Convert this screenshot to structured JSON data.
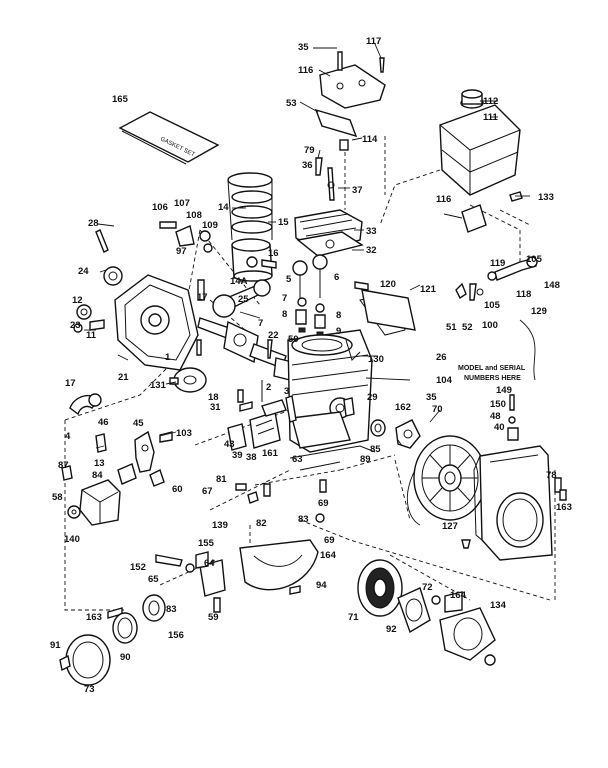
{
  "diagram": {
    "note_lines": [
      "MODEL and SERIAL",
      "NUMBERS HERE"
    ],
    "gasket_kit_label": "GASKET SET",
    "callouts": [
      {
        "id": "c35a",
        "text": "35"
      },
      {
        "id": "c117",
        "text": "117"
      },
      {
        "id": "c116a",
        "text": "116"
      },
      {
        "id": "c165",
        "text": "165"
      },
      {
        "id": "c112",
        "text": "112"
      },
      {
        "id": "c111",
        "text": "111"
      },
      {
        "id": "c53",
        "text": "53"
      },
      {
        "id": "c114",
        "text": "114"
      },
      {
        "id": "c79",
        "text": "79"
      },
      {
        "id": "c36",
        "text": "36"
      },
      {
        "id": "c37",
        "text": "37"
      },
      {
        "id": "c116b",
        "text": "116"
      },
      {
        "id": "c133",
        "text": "133"
      },
      {
        "id": "c14",
        "text": "14"
      },
      {
        "id": "c15",
        "text": "15"
      },
      {
        "id": "c106",
        "text": "106"
      },
      {
        "id": "c107",
        "text": "107"
      },
      {
        "id": "c108",
        "text": "108"
      },
      {
        "id": "c109",
        "text": "109"
      },
      {
        "id": "c97",
        "text": "97"
      },
      {
        "id": "c28",
        "text": "28"
      },
      {
        "id": "c33",
        "text": "33"
      },
      {
        "id": "c32",
        "text": "32"
      },
      {
        "id": "c16",
        "text": "16"
      },
      {
        "id": "c14a",
        "text": "14A"
      },
      {
        "id": "c5",
        "text": "5"
      },
      {
        "id": "c6",
        "text": "6"
      },
      {
        "id": "c120",
        "text": "120"
      },
      {
        "id": "c24",
        "text": "24"
      },
      {
        "id": "c7a",
        "text": "7"
      },
      {
        "id": "c8a",
        "text": "8"
      },
      {
        "id": "c121",
        "text": "121"
      },
      {
        "id": "c119",
        "text": "119"
      },
      {
        "id": "c105a",
        "text": "105"
      },
      {
        "id": "c118",
        "text": "118"
      },
      {
        "id": "c105b",
        "text": "105"
      },
      {
        "id": "c148",
        "text": "148"
      },
      {
        "id": "c12",
        "text": "12"
      },
      {
        "id": "c17a",
        "text": "17"
      },
      {
        "id": "c25",
        "text": "25"
      },
      {
        "id": "c23",
        "text": "23"
      },
      {
        "id": "c11",
        "text": "11"
      },
      {
        "id": "c7b",
        "text": "7"
      },
      {
        "id": "c8b",
        "text": "8"
      },
      {
        "id": "c9",
        "text": "9"
      },
      {
        "id": "c50",
        "text": "50"
      },
      {
        "id": "c51",
        "text": "51"
      },
      {
        "id": "c52",
        "text": "52"
      },
      {
        "id": "c100",
        "text": "100"
      },
      {
        "id": "c129",
        "text": "129"
      },
      {
        "id": "c22",
        "text": "22"
      },
      {
        "id": "c1",
        "text": "1"
      },
      {
        "id": "c130",
        "text": "130"
      },
      {
        "id": "c26",
        "text": "26"
      },
      {
        "id": "c21",
        "text": "21"
      },
      {
        "id": "c131",
        "text": "131"
      },
      {
        "id": "c104",
        "text": "104"
      },
      {
        "id": "c17b",
        "text": "17"
      },
      {
        "id": "c18",
        "text": "18"
      },
      {
        "id": "c2",
        "text": "2"
      },
      {
        "id": "c3",
        "text": "3"
      },
      {
        "id": "c29",
        "text": "29"
      },
      {
        "id": "c31",
        "text": "31"
      },
      {
        "id": "c35b",
        "text": "35"
      },
      {
        "id": "c149",
        "text": "149"
      },
      {
        "id": "c150",
        "text": "150"
      },
      {
        "id": "c48",
        "text": "48"
      },
      {
        "id": "c46",
        "text": "46"
      },
      {
        "id": "c45",
        "text": "45"
      },
      {
        "id": "c103",
        "text": "103"
      },
      {
        "id": "c4",
        "text": "4"
      },
      {
        "id": "c162",
        "text": "162"
      },
      {
        "id": "c70",
        "text": "70"
      },
      {
        "id": "c40",
        "text": "40"
      },
      {
        "id": "c43",
        "text": "43"
      },
      {
        "id": "c39",
        "text": "39"
      },
      {
        "id": "c38",
        "text": "38"
      },
      {
        "id": "c161",
        "text": "161"
      },
      {
        "id": "c85",
        "text": "85"
      },
      {
        "id": "c13",
        "text": "13"
      },
      {
        "id": "c63",
        "text": "63"
      },
      {
        "id": "c89",
        "text": "89"
      },
      {
        "id": "c87",
        "text": "87"
      },
      {
        "id": "c84",
        "text": "84"
      },
      {
        "id": "c60",
        "text": "60"
      },
      {
        "id": "c81",
        "text": "81"
      },
      {
        "id": "c78",
        "text": "78"
      },
      {
        "id": "c58",
        "text": "58"
      },
      {
        "id": "c67",
        "text": "67"
      },
      {
        "id": "c69a",
        "text": "69"
      },
      {
        "id": "c163a",
        "text": "163"
      },
      {
        "id": "c140",
        "text": "140"
      },
      {
        "id": "c139",
        "text": "139"
      },
      {
        "id": "c82",
        "text": "82"
      },
      {
        "id": "c83a",
        "text": "83"
      },
      {
        "id": "c69b",
        "text": "69"
      },
      {
        "id": "c127",
        "text": "127"
      },
      {
        "id": "c155",
        "text": "155"
      },
      {
        "id": "c152",
        "text": "152"
      },
      {
        "id": "c64a",
        "text": "64"
      },
      {
        "id": "c164a",
        "text": "164"
      },
      {
        "id": "c65",
        "text": "65"
      },
      {
        "id": "c94",
        "text": "94"
      },
      {
        "id": "c163b",
        "text": "163"
      },
      {
        "id": "c83b",
        "text": "83"
      },
      {
        "id": "c156",
        "text": "156"
      },
      {
        "id": "c59",
        "text": "59"
      },
      {
        "id": "c71",
        "text": "71"
      },
      {
        "id": "c72",
        "text": "72"
      },
      {
        "id": "c164b",
        "text": "164"
      },
      {
        "id": "c134",
        "text": "134"
      },
      {
        "id": "c92",
        "text": "92"
      },
      {
        "id": "c91",
        "text": "91"
      },
      {
        "id": "c90",
        "text": "90"
      },
      {
        "id": "c73",
        "text": "73"
      }
    ]
  }
}
